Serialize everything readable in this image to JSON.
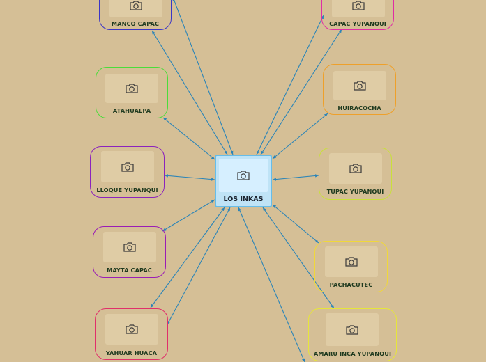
{
  "center": {
    "label": "LOS INKAS",
    "icon": "camera-icon"
  },
  "rulers": [
    {
      "label": "MANCO CAPAC",
      "border": "#3b35c6"
    },
    {
      "label": "CAPAC YUPANQUI",
      "border": "#e02ca4"
    },
    {
      "label": "ATAHUALPA",
      "border": "#4bdc3a"
    },
    {
      "label": "HUIRACOCHA",
      "border": "#eea02a"
    },
    {
      "label": "LLOQUE YUPANQUI",
      "border": "#8b22bd"
    },
    {
      "label": "TUPAC YUPANQUI",
      "border": "#c9e03b"
    },
    {
      "label": "MAYTA CAPAC",
      "border": "#9a1db5"
    },
    {
      "label": "PACHACUTEC",
      "border": "#f0d83a"
    },
    {
      "label": "YAHUAR HUACA",
      "border": "#e0306a"
    },
    {
      "label": "AMARU INCA YUPANQUI",
      "border": "#e6e63a"
    }
  ],
  "connector_color": "#2a84b8"
}
